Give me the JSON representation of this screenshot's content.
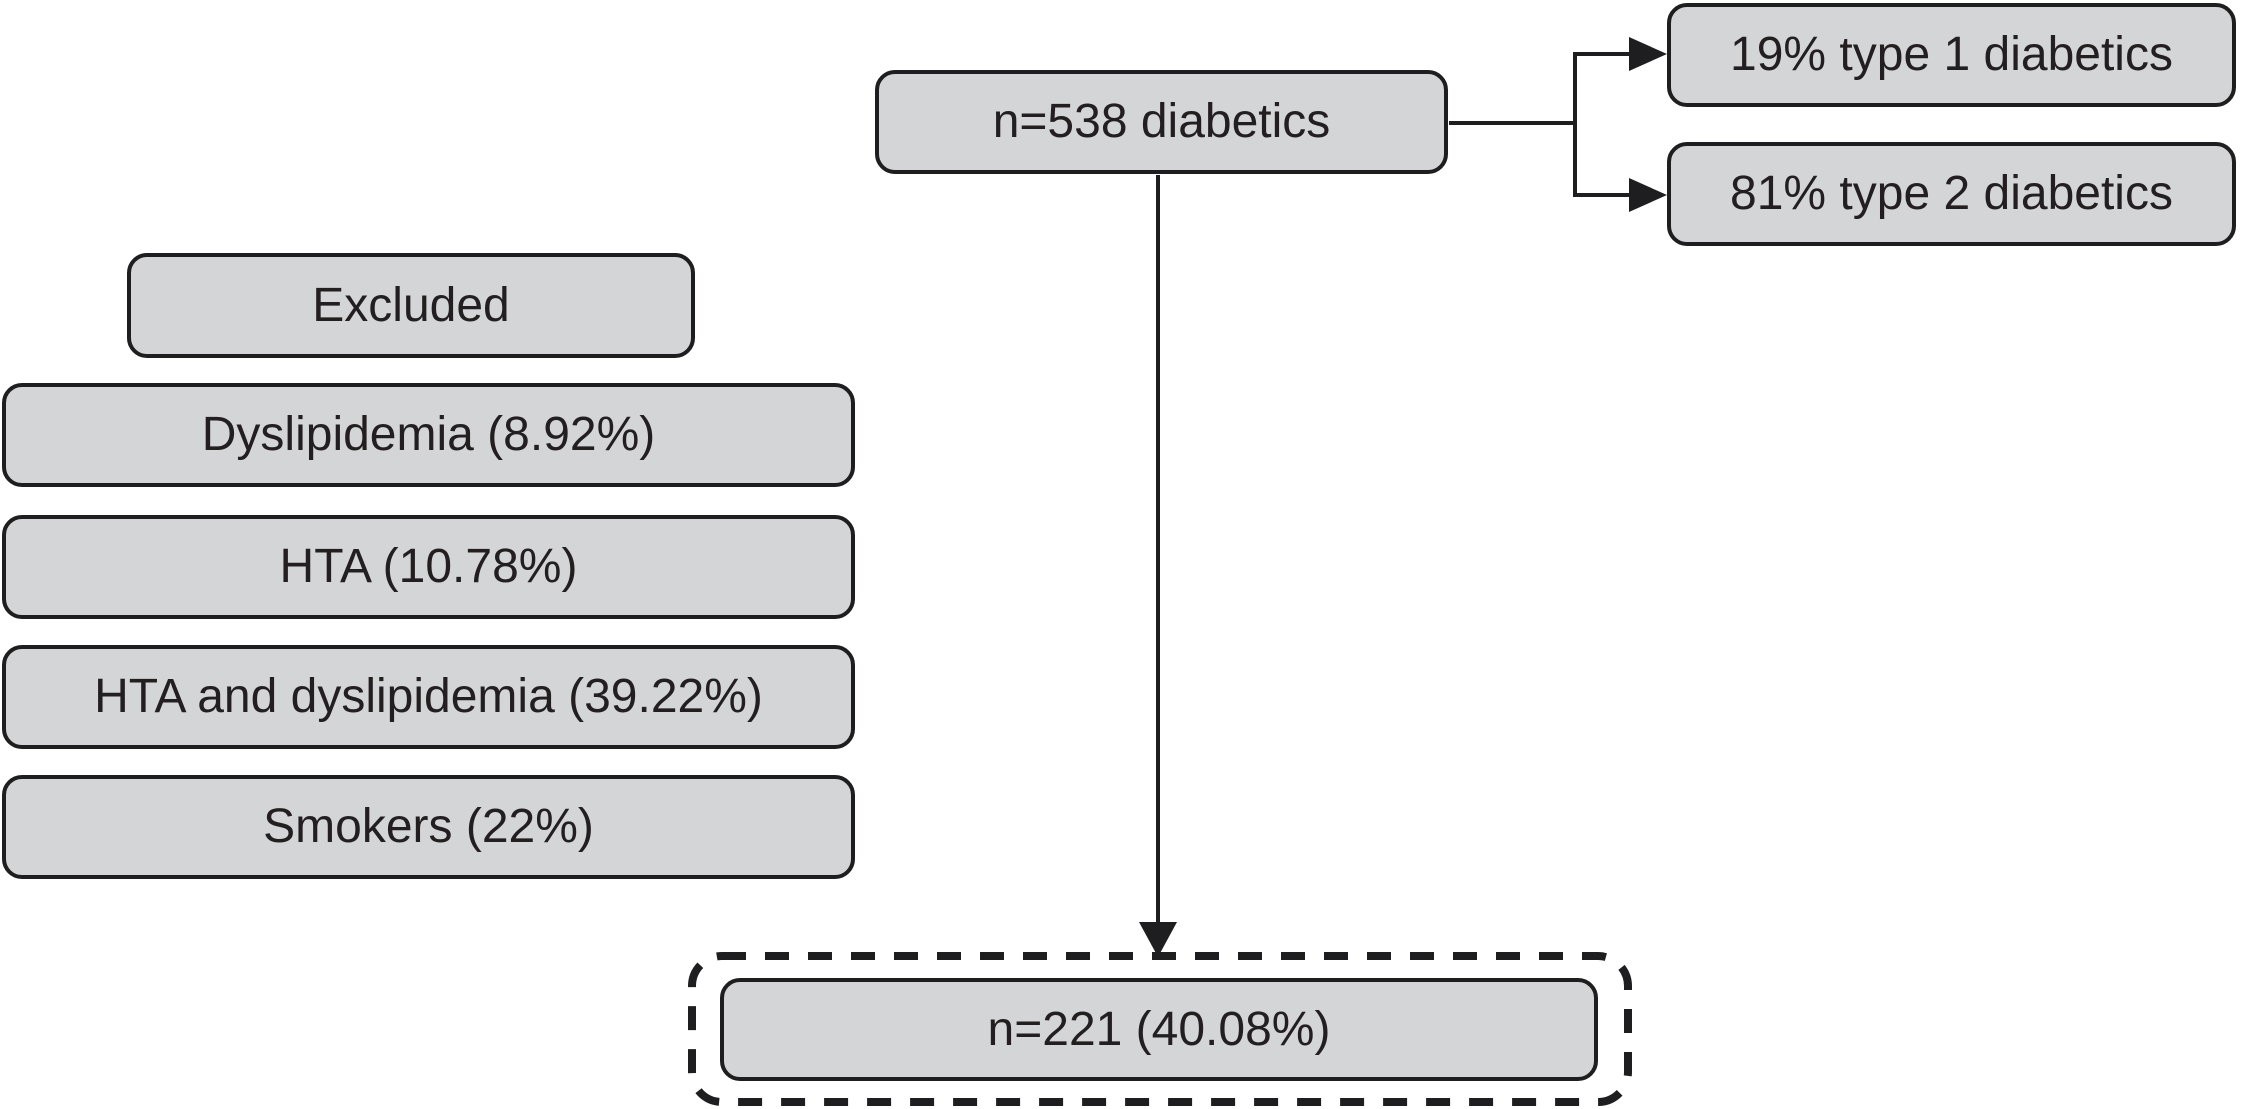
{
  "nodes": {
    "total": {
      "label": "n=538 diabetics"
    },
    "type1": {
      "label": "19% type 1 diabetics"
    },
    "type2": {
      "label": "81% type 2 diabetics"
    },
    "excluded_header": {
      "label": "Excluded"
    },
    "excluded_items": [
      {
        "label": "Dyslipidemia (8.92%)"
      },
      {
        "label": "HTA (10.78%)"
      },
      {
        "label": "HTA and dyslipidemia (39.22%)"
      },
      {
        "label": "Smokers (22%)"
      }
    ],
    "final": {
      "label": "n=221 (40.08%)"
    }
  },
  "colors": {
    "box_fill": "#d4d5d6",
    "box_border": "#1e1e20",
    "line": "#1e1e20",
    "text": "#231f20",
    "background": "#ffffff"
  }
}
